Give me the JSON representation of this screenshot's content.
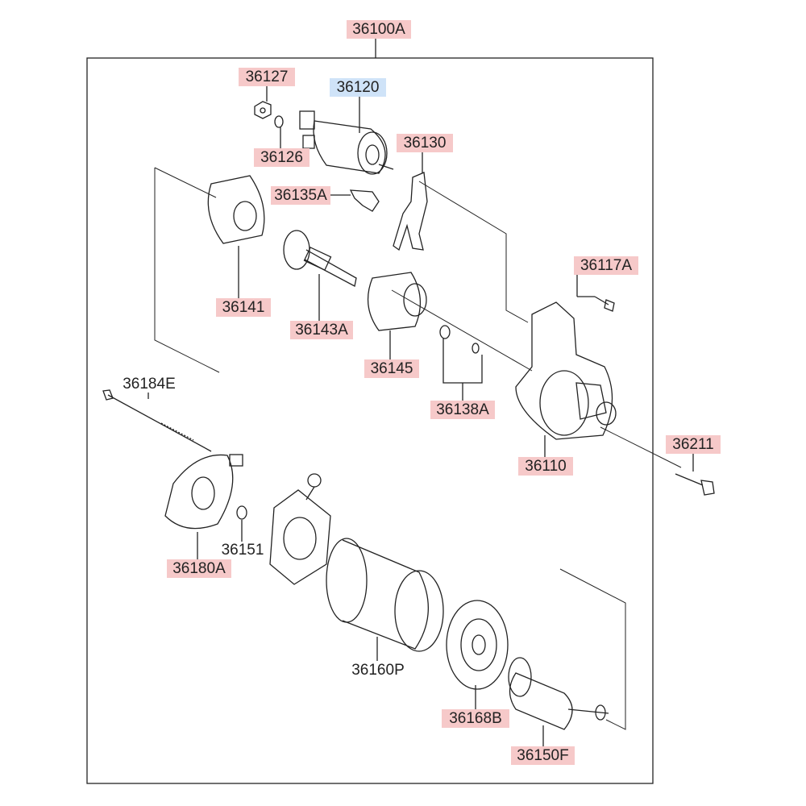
{
  "diagram": {
    "assembly_label": "36100A",
    "label_colors": {
      "highlight": "#f6c9c9",
      "selected": "#cfe3f8"
    },
    "parts": [
      {
        "id": "p36127",
        "number": "36127",
        "style": "pink"
      },
      {
        "id": "p36120",
        "number": "36120",
        "style": "blue"
      },
      {
        "id": "p36126",
        "number": "36126",
        "style": "pink"
      },
      {
        "id": "p36130",
        "number": "36130",
        "style": "pink"
      },
      {
        "id": "p36135A",
        "number": "36135A",
        "style": "pink"
      },
      {
        "id": "p36117A",
        "number": "36117A",
        "style": "pink"
      },
      {
        "id": "p36141",
        "number": "36141",
        "style": "pink"
      },
      {
        "id": "p36143A",
        "number": "36143A",
        "style": "pink"
      },
      {
        "id": "p36145",
        "number": "36145",
        "style": "pink"
      },
      {
        "id": "p36138A",
        "number": "36138A",
        "style": "pink"
      },
      {
        "id": "p36110",
        "number": "36110",
        "style": "pink"
      },
      {
        "id": "p36211",
        "number": "36211",
        "style": "pink"
      },
      {
        "id": "p36184E",
        "number": "36184E",
        "style": "plain"
      },
      {
        "id": "p36151",
        "number": "36151",
        "style": "plain"
      },
      {
        "id": "p36180A",
        "number": "36180A",
        "style": "pink"
      },
      {
        "id": "p36160P",
        "number": "36160P",
        "style": "plain"
      },
      {
        "id": "p36168B",
        "number": "36168B",
        "style": "pink"
      },
      {
        "id": "p36150F",
        "number": "36150F",
        "style": "pink"
      }
    ]
  }
}
